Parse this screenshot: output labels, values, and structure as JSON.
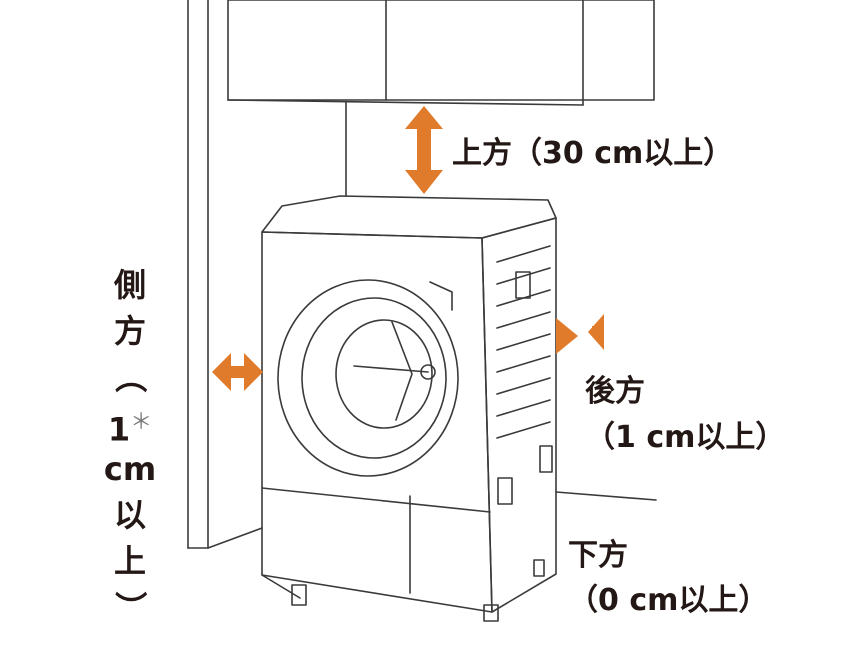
{
  "labels": {
    "top": "上方（30 cm以上）",
    "back_line1": "後方",
    "back_line2": "（1 cm以上）",
    "bottom_line1": "下方",
    "bottom_line2": "（0 cm以上）",
    "side_chars": [
      "側",
      "方",
      "（",
      "1",
      "cm",
      "以",
      "上",
      "）"
    ],
    "side_note_mark": "＊"
  },
  "colors": {
    "arrow": "#e07b2c",
    "line": "#3a3a3a",
    "text": "#231815",
    "note_mark": "#7d7d7d"
  }
}
